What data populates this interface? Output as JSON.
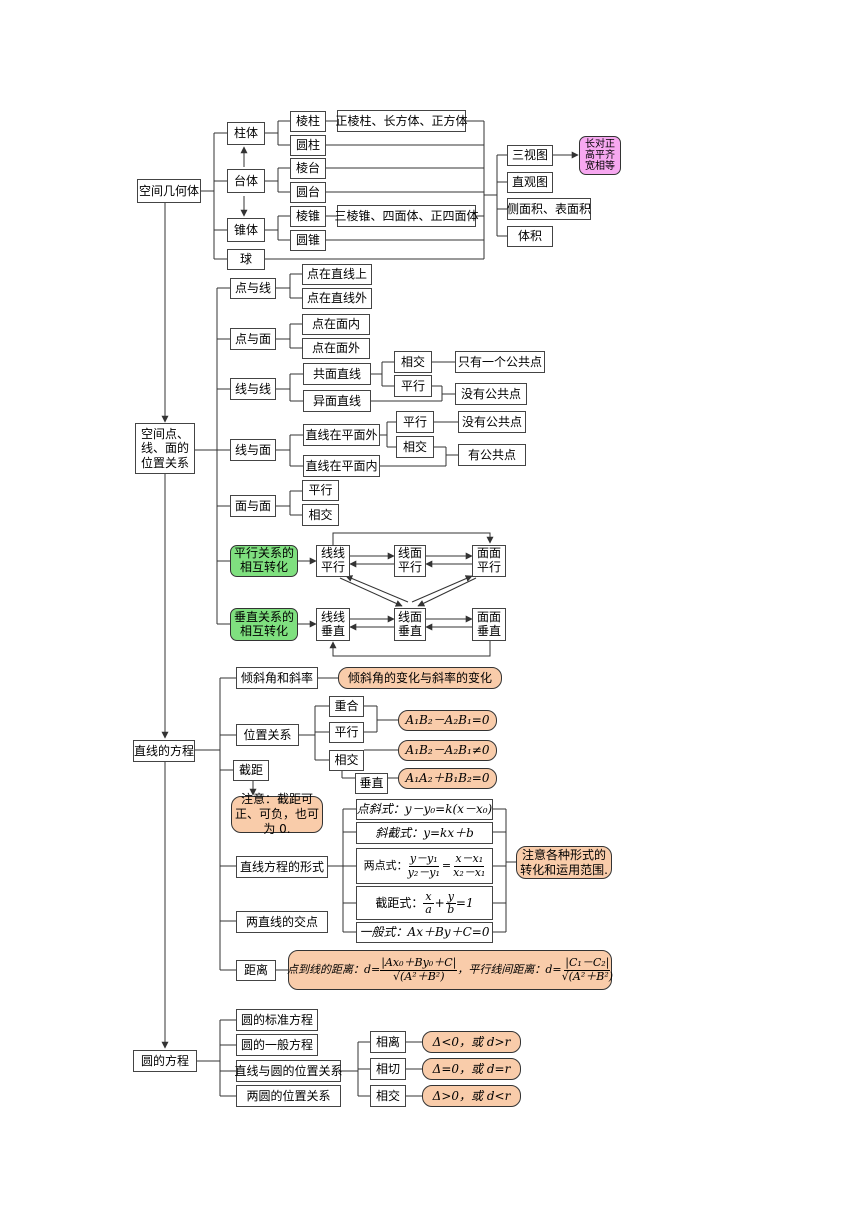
{
  "geometry": {
    "title": "空间几何体",
    "prism_group": "柱体",
    "prism": "棱柱",
    "prism_types": "正棱柱、长方体、正方体",
    "cylinder": "圆柱",
    "frustum_group": "台体",
    "frustum_prism": "棱台",
    "frustum_round": "圆台",
    "cone_group": "锥体",
    "pyramid": "棱锥",
    "pyramid_types": "三棱锥、四面体、正四面体",
    "cone": "圆锥",
    "sphere": "球",
    "three_views": "三视图",
    "three_views_rule": "长对正高平齐宽相等",
    "intuitive": "直观图",
    "surface": "侧面积、表面积",
    "volume": "体积"
  },
  "positions": {
    "title": "空间点、线、面的位置关系",
    "point_line": "点与线",
    "pl_on": "点在直线上",
    "pl_off": "点在直线外",
    "point_plane": "点与面",
    "pp_in": "点在面内",
    "pp_out": "点在面外",
    "line_line": "线与线",
    "coplanar": "共面直线",
    "intersect": "相交",
    "one_point": "只有一个公共点",
    "parallel": "平行",
    "no_common": "没有公共点",
    "skew": "异面直线",
    "line_plane": "线与面",
    "outside_plane": "直线在平面外",
    "lp_parallel": "平行",
    "lp_no_common": "没有公共点",
    "lp_intersect": "相交",
    "has_common": "有公共点",
    "inside_plane": "直线在平面内",
    "plane_plane": "面与面",
    "ppl_parallel": "平行",
    "ppl_intersect": "相交",
    "parallel_transform": "平行关系的相互转化",
    "ll_parallel": "线线平行",
    "lpl_parallel": "线面平行",
    "plpl_parallel": "面面平行",
    "perp_transform": "垂直关系的相互转化",
    "ll_perp": "线线垂直",
    "lpl_perp": "线面垂直",
    "plpl_perp": "面面垂直"
  },
  "line_eq": {
    "title": "直线的方程",
    "incline": "倾斜角和斜率",
    "incline_note": "倾斜角的变化与斜率的变化",
    "position": "位置关系",
    "coincide": "重合",
    "parallel": "平行",
    "intersect": "相交",
    "perp": "垂直",
    "f1": "A₁B₂－A₂B₁=0",
    "f2": "A₁B₂－A₂B₁≠0",
    "f3": "A₁A₂＋B₁B₂=0",
    "intercept": "截距",
    "intercept_note": "注意：截距可正、可负，也可为 0.",
    "forms": "直线方程的形式",
    "point_slope": "点斜式：y－y₀=k(x－x₀)",
    "slope_intercept": "斜截式：y=kx＋b",
    "two_point_label": "两点式：",
    "two_point_num1": "y－y₁",
    "two_point_den1": "y₂－y₁",
    "two_point_eq": "=",
    "two_point_num2": "x－x₁",
    "two_point_den2": "x₂－x₁",
    "intercept_form_label": "截距式：",
    "intercept_form_x": "x",
    "intercept_form_a": "a",
    "intercept_form_plus": "+",
    "intercept_form_y": "y",
    "intercept_form_b": "b",
    "intercept_form_rhs": "=1",
    "general": "一般式：Ax＋By＋C=0",
    "forms_note": "注意各种形式的转化和运用范围.",
    "intersection": "两直线的交点",
    "distance": "距离",
    "dist_label1": "点到线的距离：d=",
    "dist_num1": "|Ax₀＋By₀＋C|",
    "dist_den1": "√(A²＋B²)",
    "dist_sep": "，平行线间距离：d=",
    "dist_num2": "|C₁－C₂|",
    "dist_den2": "√(A²＋B²)"
  },
  "circle": {
    "title": "圆的方程",
    "standard": "圆的标准方程",
    "general": "圆的一般方程",
    "line_circle": "直线与圆的位置关系",
    "two_circles": "两圆的位置关系",
    "separate": "相离",
    "separate_cond": "Δ<0，或 d>r",
    "tangent": "相切",
    "tangent_cond": "Δ=0，或 d=r",
    "cross": "相交",
    "cross_cond": "Δ>0，或 d<r"
  }
}
